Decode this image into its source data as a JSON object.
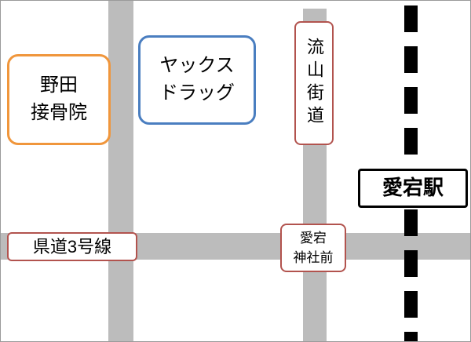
{
  "map": {
    "landmarks": {
      "noda_clinic": {
        "line1": "野田",
        "line2": "接骨院",
        "border_color": "#f0963c"
      },
      "yax_drug": {
        "line1": "ヤックス",
        "line2": "ドラッグ",
        "border_color": "#4a7ec0"
      },
      "nagareyama_kaido": {
        "label": "流山街道",
        "border_color": "#b2534e"
      },
      "atago_station": {
        "label": "愛宕駅",
        "border_color": "#000000"
      },
      "prefectural_road_3": {
        "label": "県道3号線",
        "border_color": "#b2534e"
      },
      "atago_shrine_mae": {
        "line1": "愛宕",
        "line2": "神社前",
        "border_color": "#b2534e"
      }
    },
    "colors": {
      "road": "#bcbcbc",
      "railway": "#000000",
      "background": "#ffffff"
    }
  }
}
